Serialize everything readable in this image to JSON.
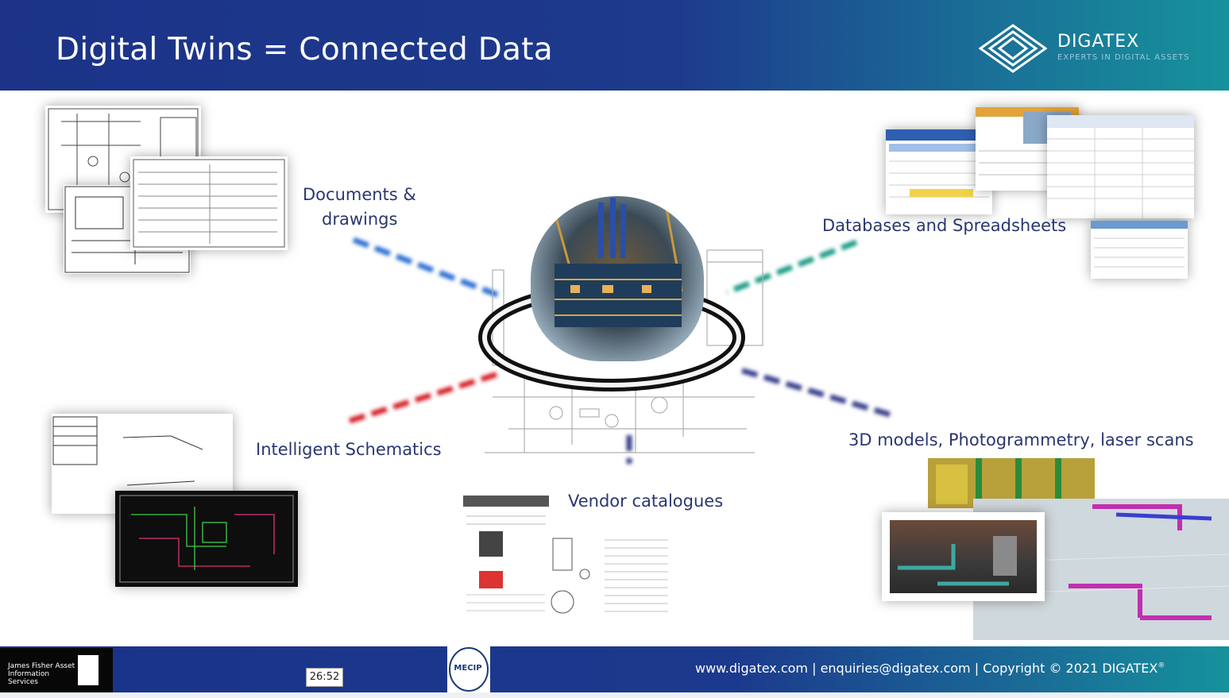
{
  "header": {
    "title": "Digital Twins = Connected Data",
    "brand_name": "DIGATEX",
    "brand_tagline": "EXPERTS IN DIGITAL ASSETS"
  },
  "labels": {
    "documents": [
      "Documents &",
      "drawings"
    ],
    "databases": "Databases and Spreadsheets",
    "schematics": "Intelligent Schematics",
    "vendor": "Vendor catalogues",
    "models": "3D models,  Photogrammetry, laser scans"
  },
  "footer": {
    "contact": "www.digatex.com  |  enquiries@digatex.com |  Copyright © 2021 DIGATEX",
    "copyright_mark": "®",
    "jf_logo_text": "James Fisher Asset Information Services",
    "mecip_text": "MECIP"
  },
  "video": {
    "timestamp": "26:52"
  },
  "colors": {
    "header_start": "#1c3388",
    "header_end": "#16929c",
    "label_text": "#2a3770",
    "connector_blue": "#2f6fd4",
    "connector_green": "#1e9c86",
    "connector_red": "#d8242c",
    "connector_navy": "#3a3f8c"
  }
}
